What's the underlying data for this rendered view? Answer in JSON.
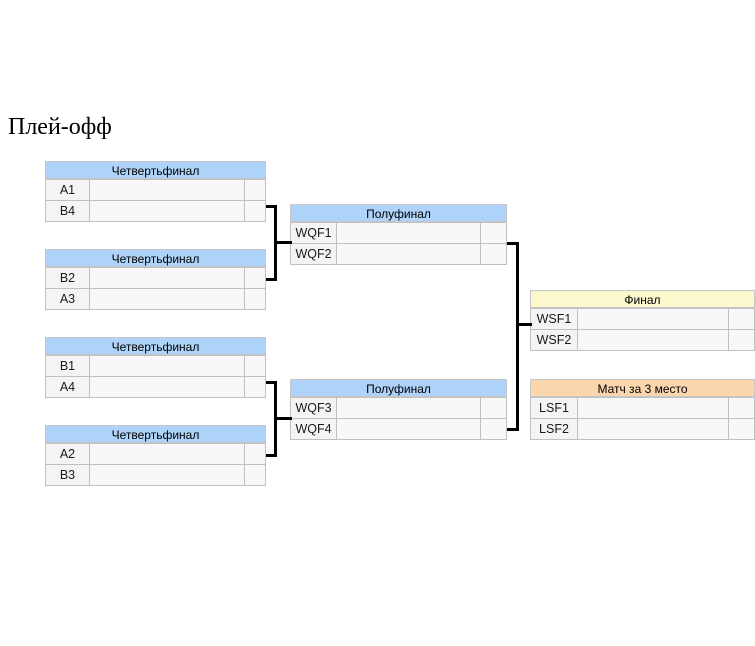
{
  "title": "Плей-офф",
  "labels": {
    "quarterfinal": "Четвертьфинал",
    "semifinal": "Полуфинал",
    "final": "Финал",
    "third_place": "Матч за 3 место"
  },
  "colors": {
    "quarterfinal_header": "#aed2fa",
    "semifinal_header": "#aed2fa",
    "final_header": "#faf8cc",
    "third_place_header": "#fbd6ad",
    "cell_background": "#f8f8f8",
    "cell_border": "#c0c0c0",
    "connector": "#000000",
    "text": "#000000"
  },
  "rounds": {
    "quarterfinals": [
      {
        "header": "Четвертьфинал",
        "rows": [
          {
            "team": "A1",
            "name": "",
            "score": ""
          },
          {
            "team": "B4",
            "name": "",
            "score": ""
          }
        ]
      },
      {
        "header": "Четвертьфинал",
        "rows": [
          {
            "team": "B2",
            "name": "",
            "score": ""
          },
          {
            "team": "A3",
            "name": "",
            "score": ""
          }
        ]
      },
      {
        "header": "Четвертьфинал",
        "rows": [
          {
            "team": "B1",
            "name": "",
            "score": ""
          },
          {
            "team": "A4",
            "name": "",
            "score": ""
          }
        ]
      },
      {
        "header": "Четвертьфинал",
        "rows": [
          {
            "team": "A2",
            "name": "",
            "score": ""
          },
          {
            "team": "B3",
            "name": "",
            "score": ""
          }
        ]
      }
    ],
    "semifinals": [
      {
        "header": "Полуфинал",
        "rows": [
          {
            "team": "WQF1",
            "name": "",
            "score": ""
          },
          {
            "team": "WQF2",
            "name": "",
            "score": ""
          }
        ]
      },
      {
        "header": "Полуфинал",
        "rows": [
          {
            "team": "WQF3",
            "name": "",
            "score": ""
          },
          {
            "team": "WQF4",
            "name": "",
            "score": ""
          }
        ]
      }
    ],
    "final": {
      "header": "Финал",
      "rows": [
        {
          "team": "WSF1",
          "name": "",
          "score": ""
        },
        {
          "team": "WSF2",
          "name": "",
          "score": ""
        }
      ]
    },
    "third_place": {
      "header": "Матч за 3 место",
      "rows": [
        {
          "team": "LSF1",
          "name": "",
          "score": ""
        },
        {
          "team": "LSF2",
          "name": "",
          "score": ""
        }
      ]
    }
  }
}
